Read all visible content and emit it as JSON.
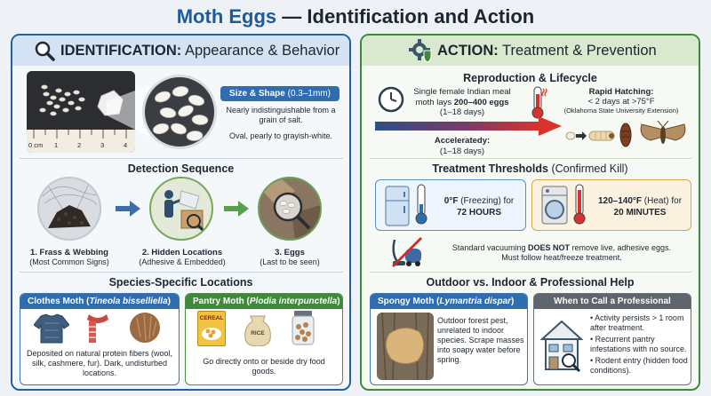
{
  "title": {
    "main": "Moth Eggs",
    "rest": " — Identification and Action"
  },
  "left": {
    "heading_bold": "IDENTIFICATION:",
    "heading_rest": " Appearance & Behavior",
    "size_label": "Size & Shape",
    "size_range": " (0.3–1mm)",
    "size_desc": "Nearly indistinguishable from a grain of salt.",
    "color_desc": "Oval, pearly to grayish-white.",
    "ruler": [
      "0 cm",
      "1",
      "2",
      "3",
      "4"
    ],
    "detection_title": "Detection Sequence",
    "steps": [
      {
        "title": "1. Frass & Webbing",
        "sub": "(Most Common Signs)"
      },
      {
        "title": "2. Hidden Locations",
        "sub": "(Adhesive & Embedded)"
      },
      {
        "title": "3. Eggs",
        "sub": "(Last to be seen)"
      }
    ],
    "species_title": "Species-Specific Locations",
    "clothes": {
      "name": "Clothes Moth",
      "latin": "Tineola bisselliella",
      "desc": "Deposited on natural protein fibers (wool, silk, cashmere, fur). Dark, undisturbed locations."
    },
    "pantry": {
      "name": "Pantry Moth",
      "latin": "Plodia interpunctella",
      "desc": "Go directly onto or beside dry food goods.",
      "box_label": "CEREAL",
      "sack_label": "RICE"
    }
  },
  "right": {
    "heading_bold": "ACTION:",
    "heading_rest": " Treatment & Prevention",
    "repro_title": "Reproduction & Lifecycle",
    "repro_line1": "Single female Indian meal",
    "repro_line2_a": "moth lays ",
    "repro_line2_b": "200–400 eggs",
    "repro_days": "(1–18 days)",
    "accel": "Acceleratedy:",
    "accel_days": "(1–18 days)",
    "rapid_title": "Rapid Hatching:",
    "rapid_desc": "< 2 days at >75°F",
    "rapid_src": "(Oklahoma State University Extension)",
    "thresholds_title": "Treatment Thresholds",
    "thresholds_sub": " (Confirmed Kill)",
    "freeze": {
      "temp": "0°F",
      "mode": " (Freezing) for",
      "dur": "72 HOURS"
    },
    "heat": {
      "temp": "120–140°F",
      "mode": " (Heat) for",
      "dur": "20 MINUTES"
    },
    "vacuum_a": "Standard vacuuming ",
    "vacuum_b": "DOES NOT",
    "vacuum_c": " remove live, adhesive eggs.",
    "vacuum_line2": "Must follow heat/freeze treatment.",
    "outdoor_title": "Outdoor vs. Indoor & Professional Help",
    "spongy": {
      "name": "Spongy Moth",
      "latin": "Lymantria dispar",
      "desc": "Outdoor forest pest, unrelated to indoor species. Scrape masses into soapy water before spring."
    },
    "pro": {
      "title": "When to Call a Professional",
      "items": [
        "Activity persists > 1 room after treatment.",
        "Recurrent pantry infestations with no source.",
        "Rodent entry (hidden food conditions)."
      ]
    }
  },
  "colors": {
    "blue": "#1e5a9c",
    "green": "#3f8a3a",
    "red": "#c8302c",
    "gray": "#6b7178"
  }
}
